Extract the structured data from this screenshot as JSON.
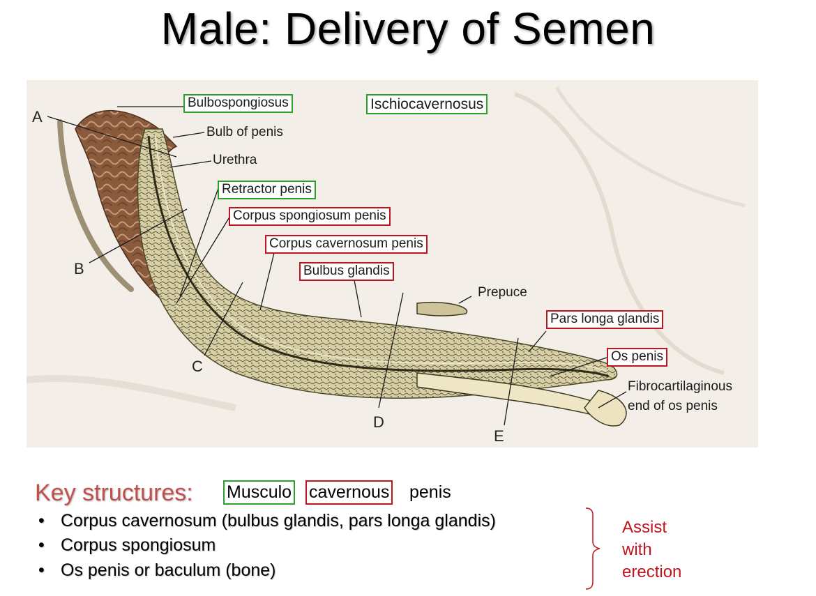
{
  "title": "Male: Delivery of Semen",
  "labels": {
    "bulbospongiosus": "Bulbospongiosus",
    "ischiocavernosus": "Ischiocavernosus",
    "bulb_of_penis": "Bulb of penis",
    "urethra": "Urethra",
    "retractor_penis": "Retractor penis",
    "corpus_spongiosum_penis": "Corpus spongiosum penis",
    "corpus_cavernosum_penis": "Corpus cavernosum penis",
    "bulbus_glandis": "Bulbus glandis",
    "prepuce": "Prepuce",
    "pars_longa_glandis": "Pars longa glandis",
    "os_penis": "Os penis",
    "fibro_line1": "Fibrocartilaginous",
    "fibro_line2": "end of os penis"
  },
  "letters": {
    "a": "A",
    "b": "B",
    "c": "C",
    "d": "D",
    "e": "E"
  },
  "key": {
    "heading": "Key structures:",
    "musculo": "Musculo",
    "cavernous": "cavernous",
    "penis": "penis",
    "bullets": [
      "Corpus cavernosum (bulbus glandis, pars longa glandis)",
      "Corpus spongiosum",
      "Os penis or baculum (bone)"
    ],
    "assist": [
      "Assist",
      "with",
      "erection"
    ]
  },
  "colors": {
    "green_box": "#2ca02c",
    "red_box": "#c0141e",
    "heading": "#c0504d"
  }
}
